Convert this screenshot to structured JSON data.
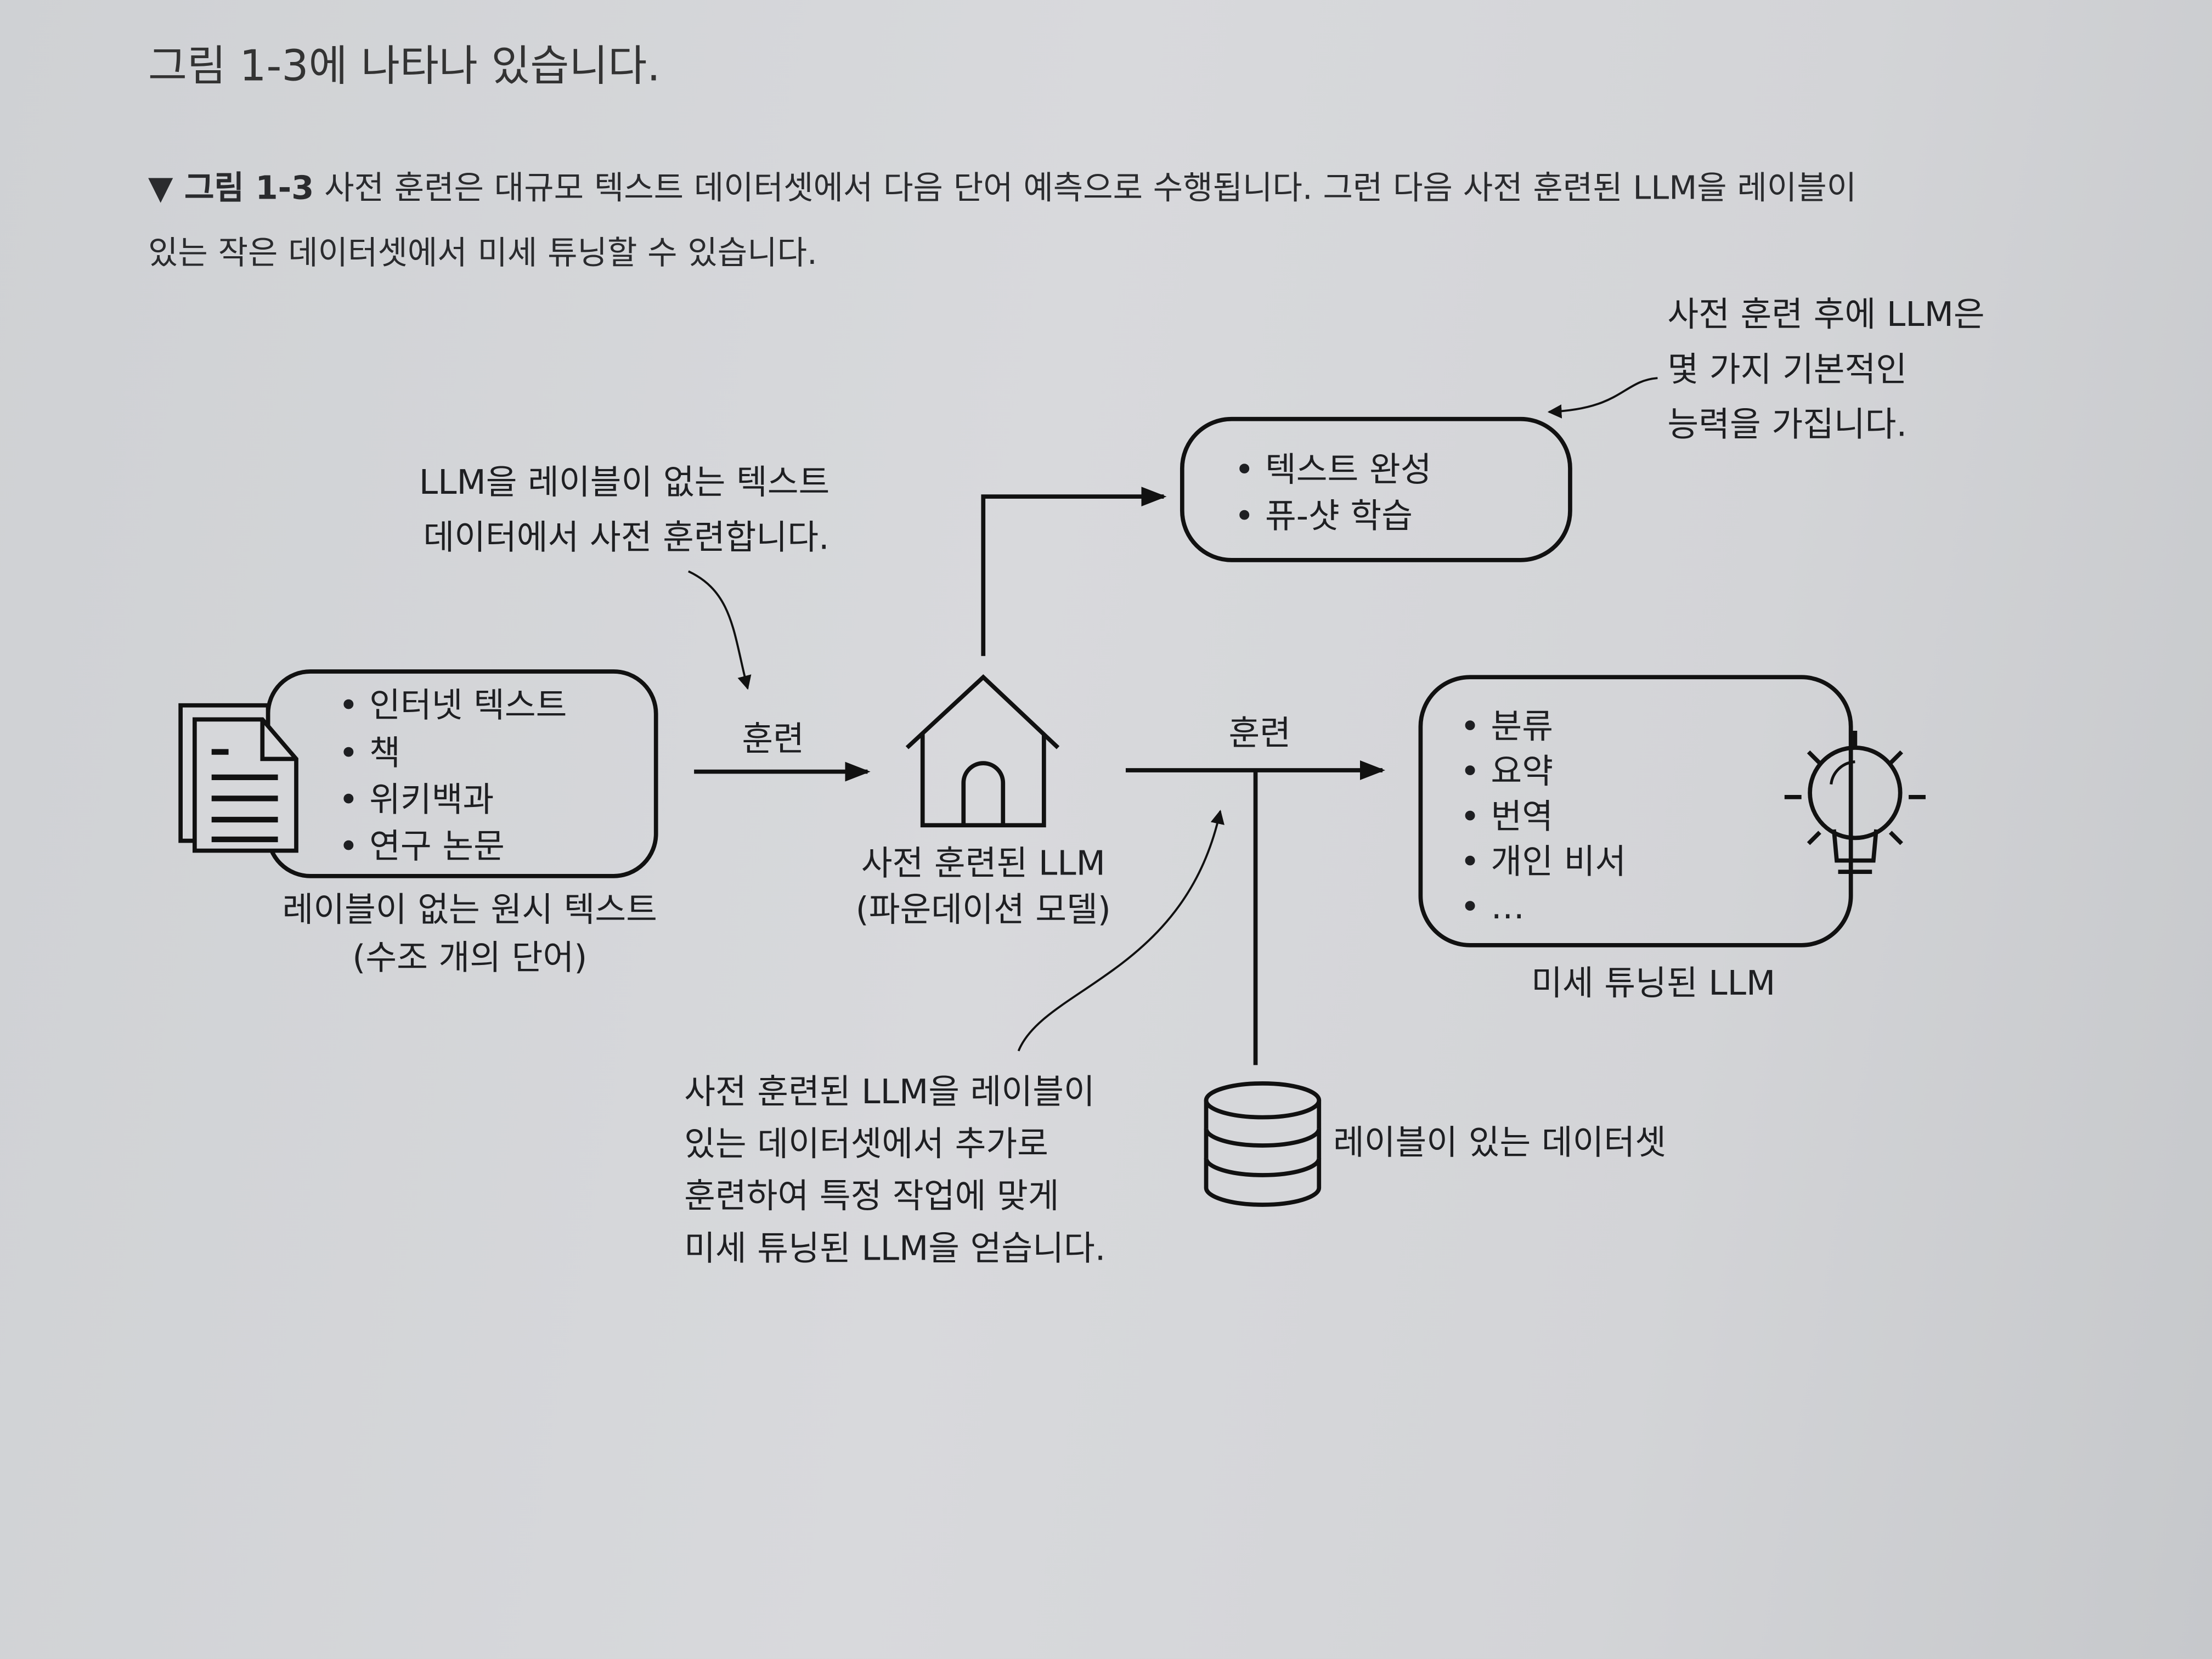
{
  "intro_text": "그림 1-3에 나타나 있습니다.",
  "figure_caption": {
    "marker": "▼ 그림 1-3",
    "line1": "사전 훈련은 대규모 텍스트 데이터셋에서 다음 단어 예측으로 수행됩니다. 그런 다음 사전 훈련된 LLM을 레이블이",
    "line2": "있는 작은 데이터셋에서 미세 튜닝할 수 있습니다."
  },
  "diagram": {
    "raw_text_box": {
      "items": [
        "• 인터넷 텍스트",
        "• 책",
        "• 위키백과",
        "• 연구 논문"
      ],
      "caption_line1": "레이블이 없는 원시 텍스트",
      "caption_line2": "(수조 개의 단어)"
    },
    "pretrain_note": {
      "line1": "LLM을 레이블이 없는 텍스트",
      "line2": "데이터에서 사전 훈련합니다."
    },
    "train_label_1": "훈련",
    "foundation_model": {
      "line1": "사전 훈련된 LLM",
      "line2": "(파운데이션 모델)"
    },
    "capabilities_box": {
      "items": [
        "• 텍스트 완성",
        "• 퓨-샷 학습"
      ]
    },
    "capabilities_note": {
      "line1": "사전 훈련 후에 LLM은",
      "line2": "몇 가지 기본적인",
      "line3": "능력을 가집니다."
    },
    "train_label_2": "훈련",
    "labeled_dataset_label": "레이블이 있는 데이터셋",
    "finetuned_box": {
      "items": [
        "• 분류",
        "• 요약",
        "• 번역",
        "• 개인 비서",
        "• …"
      ],
      "caption": "미세 튜닝된 LLM"
    },
    "finetune_note": {
      "line1": "사전 훈련된 LLM을 레이블이",
      "line2": "있는 데이터셋에서 추가로",
      "line3": "훈련하여 특정 작업에 맞게",
      "line4": "미세 튜닝된 LLM을 얻습니다."
    }
  }
}
